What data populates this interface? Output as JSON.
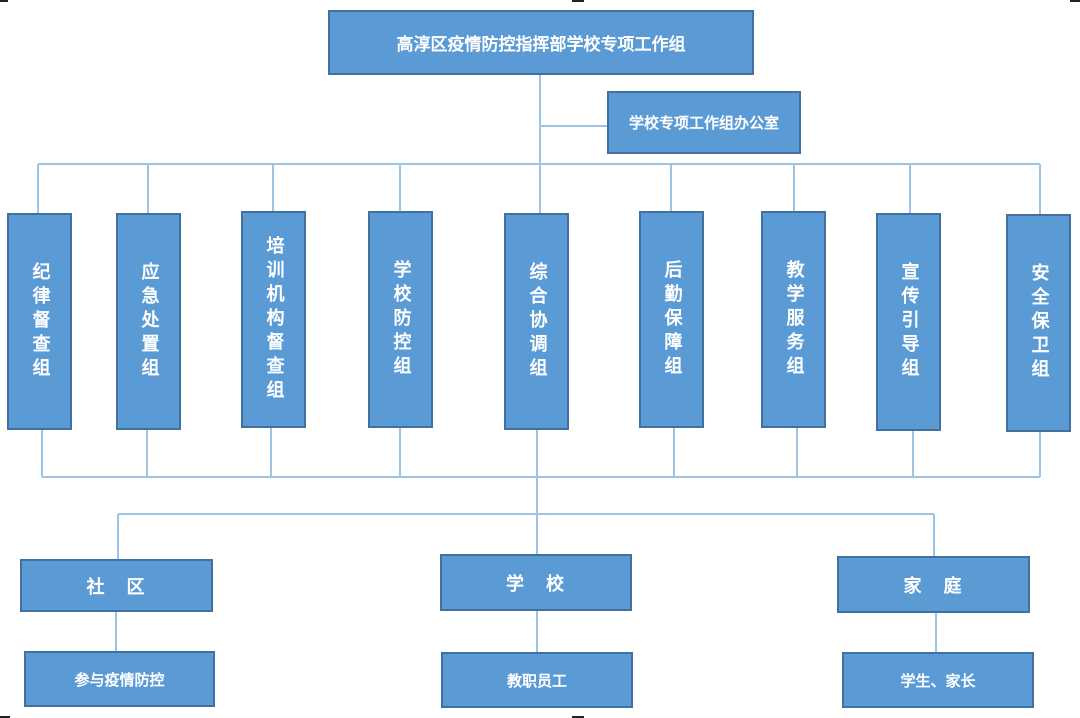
{
  "colors": {
    "box_fill": "#5b9bd5",
    "box_border": "#41719c",
    "line": "#9dc3e6",
    "text": "#ffffff"
  },
  "top": {
    "label": "高淳区疫情防控指挥部学校专项工作组"
  },
  "office": {
    "label": "学校专项工作组办公室"
  },
  "groups": [
    {
      "label": "纪律督查组"
    },
    {
      "label": "应急处置组"
    },
    {
      "label": "培训机构督查组"
    },
    {
      "label": "学校防控组"
    },
    {
      "label": "综合协调组"
    },
    {
      "label": "后勤保障组"
    },
    {
      "label": "教学服务组"
    },
    {
      "label": "宣传引导组"
    },
    {
      "label": "安全保卫组"
    }
  ],
  "parties": [
    {
      "label": "社　区",
      "sub": "参与疫情防控"
    },
    {
      "label": "学　校",
      "sub": "教职员工"
    },
    {
      "label": "家　庭",
      "sub": "学生、家长"
    }
  ]
}
